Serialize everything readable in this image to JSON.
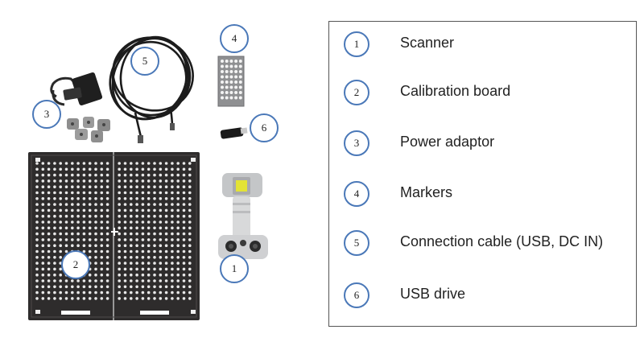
{
  "legend": {
    "items": [
      {
        "number": "1",
        "label": "Scanner"
      },
      {
        "number": "2",
        "label": "Calibration board"
      },
      {
        "number": "3",
        "label": "Power adaptor"
      },
      {
        "number": "4",
        "label": "Markers"
      },
      {
        "number": "5",
        "label": "Connection cable (USB, DC IN)"
      },
      {
        "number": "6",
        "label": "USB drive"
      }
    ]
  },
  "callouts": {
    "scanner": "1",
    "calibration_board": "2",
    "power_adaptor": "3",
    "markers": "4",
    "cable": "5",
    "usb_drive": "6"
  },
  "colors": {
    "callout_border": "#4a78b8",
    "board": "#2e2c2c",
    "scanner_body": "#d9dadb",
    "scanner_head": "#b9bbbd",
    "scanner_lens": "#e6e635"
  }
}
